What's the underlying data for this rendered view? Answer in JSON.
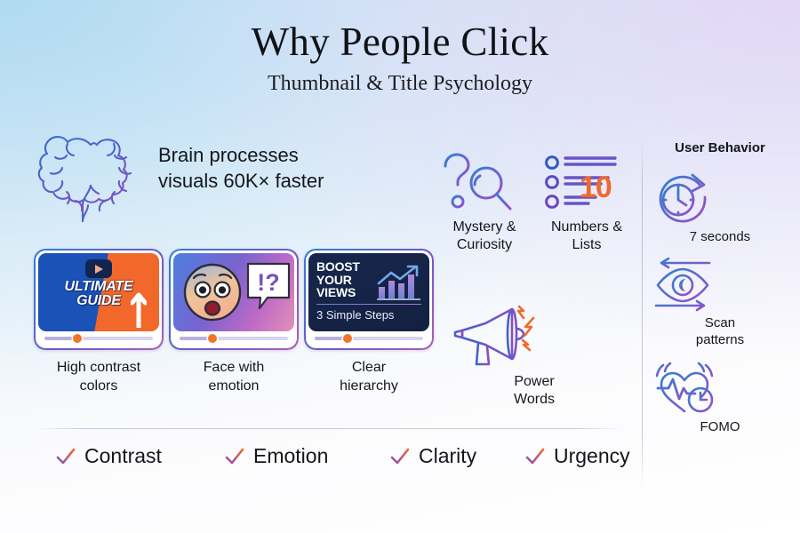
{
  "header": {
    "title": "Why People Click",
    "subtitle": "Thumbnail & Title Psychology"
  },
  "brain_stat": {
    "icon": "brain-icon",
    "text": "Brain processes visuals 60K× faster",
    "line1": "Brain processes",
    "line2": "visuals 60K× faster",
    "multiplier": "60K×"
  },
  "thumbnails": [
    {
      "id": "ultimate-guide",
      "overlay_line1": "ULTIMATE",
      "overlay_line2": "GUIDE",
      "icon": "play-button-icon",
      "caption_line1": "High contrast",
      "caption_line2": "colors",
      "caption": "High contrast colors",
      "colors": {
        "left": "#1a52b8",
        "right": "#f2682a"
      },
      "progress_percent": 30
    },
    {
      "id": "face-emotion",
      "icon": "shocked-face-icon",
      "bubble_text": "!?",
      "caption_line1": "Face with",
      "caption_line2": "emotion",
      "caption": "Face with emotion",
      "colors": {
        "from": "#4c7fe0",
        "to": "#e58fb8"
      },
      "progress_percent": 30
    },
    {
      "id": "boost-views",
      "overlay_line1": "BOOST",
      "overlay_line2": "YOUR",
      "overlay_line3": "VIEWS",
      "subtitle": "3 Simple Steps",
      "icon": "bar-chart-arrow-icon",
      "caption_line1": "Clear",
      "caption_line2": "hierarchy",
      "caption": "Clear hierarchy",
      "colors": {
        "bg": "#17274d"
      },
      "progress_percent": 30
    }
  ],
  "hooks": [
    {
      "id": "mystery",
      "icon": "question-magnifier-icon",
      "label_line1": "Mystery &",
      "label_line2": "Curiosity",
      "label": "Mystery & Curiosity"
    },
    {
      "id": "numbers",
      "icon": "numbered-list-icon",
      "badge": "10",
      "label_line1": "Numbers &",
      "label_line2": "Lists",
      "label": "Numbers & Lists"
    },
    {
      "id": "power-words",
      "icon": "megaphone-icon",
      "label_line1": "Power",
      "label_line2": "Words",
      "label": "Power Words"
    }
  ],
  "user_behavior": {
    "heading": "User Behavior",
    "items": [
      {
        "id": "time",
        "icon": "clock-timer-icon",
        "label": "7 seconds",
        "label_line1": "7 seconds",
        "label_line2": ""
      },
      {
        "id": "scan",
        "icon": "eye-scan-icon",
        "label": "Scan patterns",
        "label_line1": "Scan",
        "label_line2": "patterns"
      },
      {
        "id": "fomo",
        "icon": "heart-pulse-clock-icon",
        "label": "FOMO",
        "label_line1": "FOMO",
        "label_line2": ""
      }
    ]
  },
  "checklist": [
    {
      "icon": "check-icon",
      "label": "Contrast"
    },
    {
      "icon": "check-icon",
      "label": "Emotion"
    },
    {
      "icon": "check-icon",
      "label": "Clarity"
    },
    {
      "icon": "check-icon",
      "label": "Urgency"
    }
  ],
  "colors": {
    "accent_blue": "#2f7fd4",
    "accent_purple": "#7a4fc0",
    "accent_orange": "#f2682a",
    "text": "#15161a",
    "bg_top_left": "#b8ddf2",
    "bg_top_right": "#e4d9f5",
    "bg_bottom": "#ffffff"
  }
}
